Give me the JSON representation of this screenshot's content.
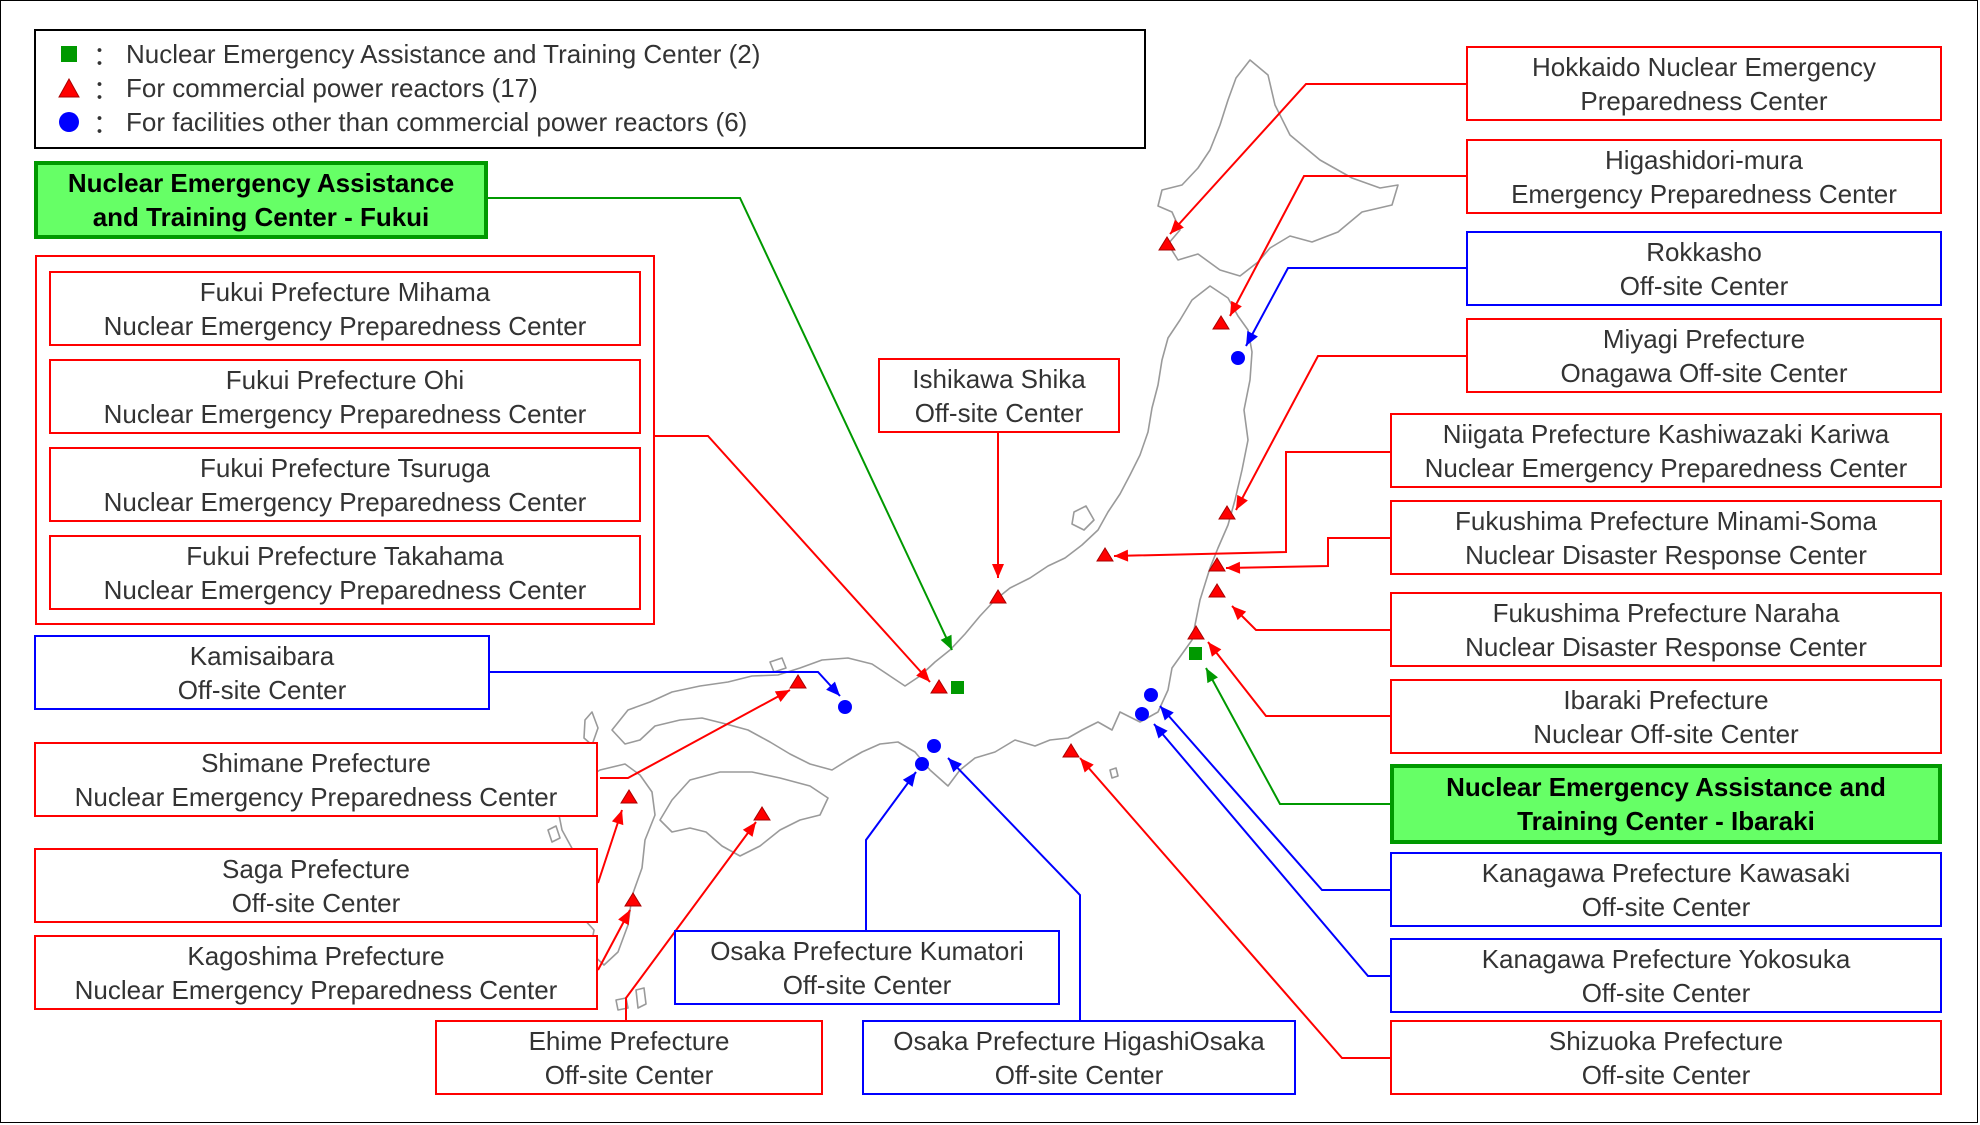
{
  "legend": {
    "green_square": {
      "text": "Nuclear Emergency Assistance and Training Center (2)",
      "color": "#009900"
    },
    "red_triangle": {
      "text": "For commercial power reactors (17)",
      "color": "#ff0000"
    },
    "blue_circle": {
      "text": "For facilities other than commercial power reactors (6)",
      "color": "#0000ff"
    },
    "separator": "："
  },
  "colors": {
    "red": "#ff0000",
    "blue": "#0000ff",
    "green": "#009900",
    "green_fill": "#66ff66",
    "map_outline": "#9a9a9a"
  },
  "labels": {
    "fukui_center": [
      "Nuclear Emergency Assistance",
      "and Training Center - Fukui"
    ],
    "mihama": [
      "Fukui Prefecture Mihama",
      "Nuclear Emergency Preparedness Center"
    ],
    "ohi": [
      "Fukui Prefecture Ohi",
      "Nuclear Emergency Preparedness Center"
    ],
    "tsuruga": [
      "Fukui Prefecture Tsuruga",
      "Nuclear Emergency Preparedness Center"
    ],
    "takahama": [
      "Fukui Prefecture Takahama",
      "Nuclear Emergency Preparedness Center"
    ],
    "kamisaibara": [
      "Kamisaibara",
      "Off-site Center"
    ],
    "shimane": [
      "Shimane Prefecture",
      "Nuclear Emergency Preparedness Center"
    ],
    "saga": [
      "Saga Prefecture",
      "Off-site Center"
    ],
    "kagoshima": [
      "Kagoshima Prefecture",
      "Nuclear Emergency Preparedness Center"
    ],
    "ehime": [
      "Ehime Prefecture",
      "Off-site Center"
    ],
    "kumatori": [
      "Osaka Prefecture Kumatori",
      "Off-site Center"
    ],
    "higashiosaka": [
      "Osaka Prefecture HigashiOsaka",
      "Off-site Center"
    ],
    "shika": [
      "Ishikawa Shika",
      "Off-site Center"
    ],
    "hokkaido": [
      "Hokkaido Nuclear Emergency",
      "Preparedness Center"
    ],
    "higashidori": [
      "Higashidori-mura",
      "Emergency Preparedness Center"
    ],
    "rokkasho": [
      "Rokkasho",
      "Off-site Center"
    ],
    "onagawa": [
      "Miyagi Prefecture",
      "Onagawa Off-site Center"
    ],
    "kashiwazaki": [
      "Niigata Prefecture Kashiwazaki Kariwa",
      "Nuclear Emergency Preparedness Center"
    ],
    "minamisoma": [
      "Fukushima Prefecture Minami-Soma",
      "Nuclear Disaster Response Center"
    ],
    "naraha": [
      "Fukushima Prefecture Naraha",
      "Nuclear Disaster Response Center"
    ],
    "ibaraki_offsite": [
      "Ibaraki Prefecture",
      "Nuclear Off-site Center"
    ],
    "ibaraki_center": [
      "Nuclear Emergency Assistance and",
      "Training Center - Ibaraki"
    ],
    "kawasaki": [
      "Kanagawa Prefecture Kawasaki",
      "Off-site Center"
    ],
    "yokosuka": [
      "Kanagawa Prefecture Yokosuka",
      "Off-site Center"
    ],
    "shizuoka": [
      "Shizuoka Prefecture",
      "Off-site Center"
    ]
  }
}
